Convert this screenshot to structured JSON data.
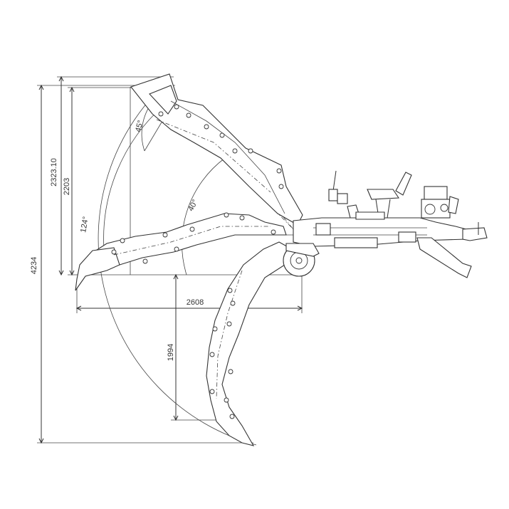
{
  "dimensions": {
    "total_height": "4234",
    "reach_height": "2323.10",
    "dump_height": "2203",
    "reach_length": "2608",
    "dig_depth": "1994"
  },
  "angles": {
    "bucket": "45°",
    "boom": "40°",
    "swing": "124°"
  },
  "colors": {
    "line": "#333333",
    "background": "#ffffff"
  }
}
